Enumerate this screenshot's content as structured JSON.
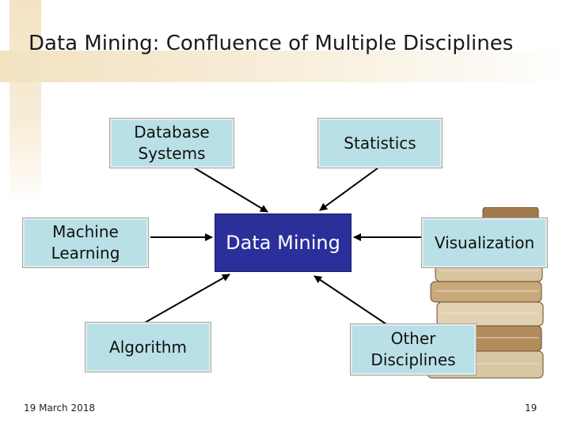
{
  "title": "Data Mining: Confluence of Multiple Disciplines",
  "center": {
    "label": "Data Mining"
  },
  "nodes": {
    "database": "Database\nSystems",
    "statistics": "Statistics",
    "machine_learning": "Machine\nLearning",
    "visualization": "Visualization",
    "algorithm": "Algorithm",
    "other": "Other\nDisciplines"
  },
  "footer": {
    "date": "19 March 2018",
    "page": "19"
  },
  "colors": {
    "node_fill": "#b9e0e6",
    "center_fill": "#2a2f9a",
    "center_text": "#ffffff"
  }
}
